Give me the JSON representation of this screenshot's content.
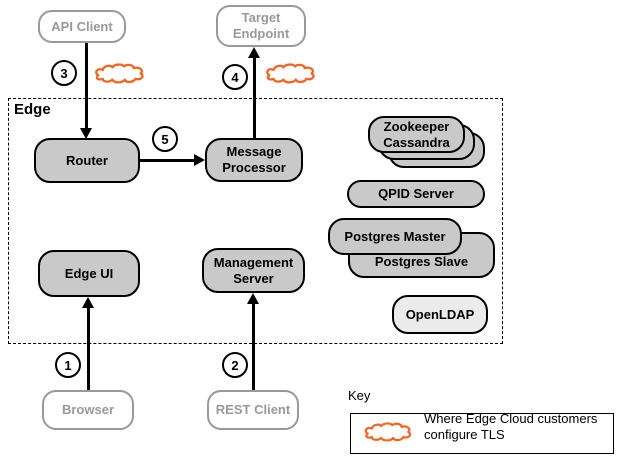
{
  "edge_group": {
    "label": "Edge"
  },
  "nodes": {
    "api_client": {
      "label": "API Client"
    },
    "target_endpoint": {
      "line1": "Target",
      "line2": "Endpoint"
    },
    "router": {
      "label": "Router"
    },
    "message_processor": {
      "line1": "Message",
      "line2": "Processor"
    },
    "zookeeper_cassandra": {
      "line1": "Zookeeper",
      "line2": "Cassandra"
    },
    "qpid": {
      "label": "QPID Server"
    },
    "postgres_master": {
      "label": "Postgres Master"
    },
    "postgres_slave": {
      "label": "Postgres Slave"
    },
    "openldap": {
      "label": "OpenLDAP"
    },
    "edge_ui": {
      "label": "Edge UI"
    },
    "management_server": {
      "line1": "Management",
      "line2": "Server"
    },
    "browser": {
      "label": "Browser"
    },
    "rest_client": {
      "label": "REST Client"
    }
  },
  "steps": {
    "s1": "1",
    "s2": "2",
    "s3": "3",
    "s4": "4",
    "s5": "5"
  },
  "key": {
    "title": "Key",
    "line1": "Where Edge Cloud customers",
    "line2": "configure TLS"
  },
  "icons": {
    "tls_cloud": "orange-cloud-outline"
  },
  "colors": {
    "node_fill": "#c9c9c9",
    "openldap_fill": "#ebebeb",
    "node_border": "#000000",
    "external_gray": "#999999",
    "cloud_stroke": "#f26522",
    "background": "#ffffff"
  }
}
